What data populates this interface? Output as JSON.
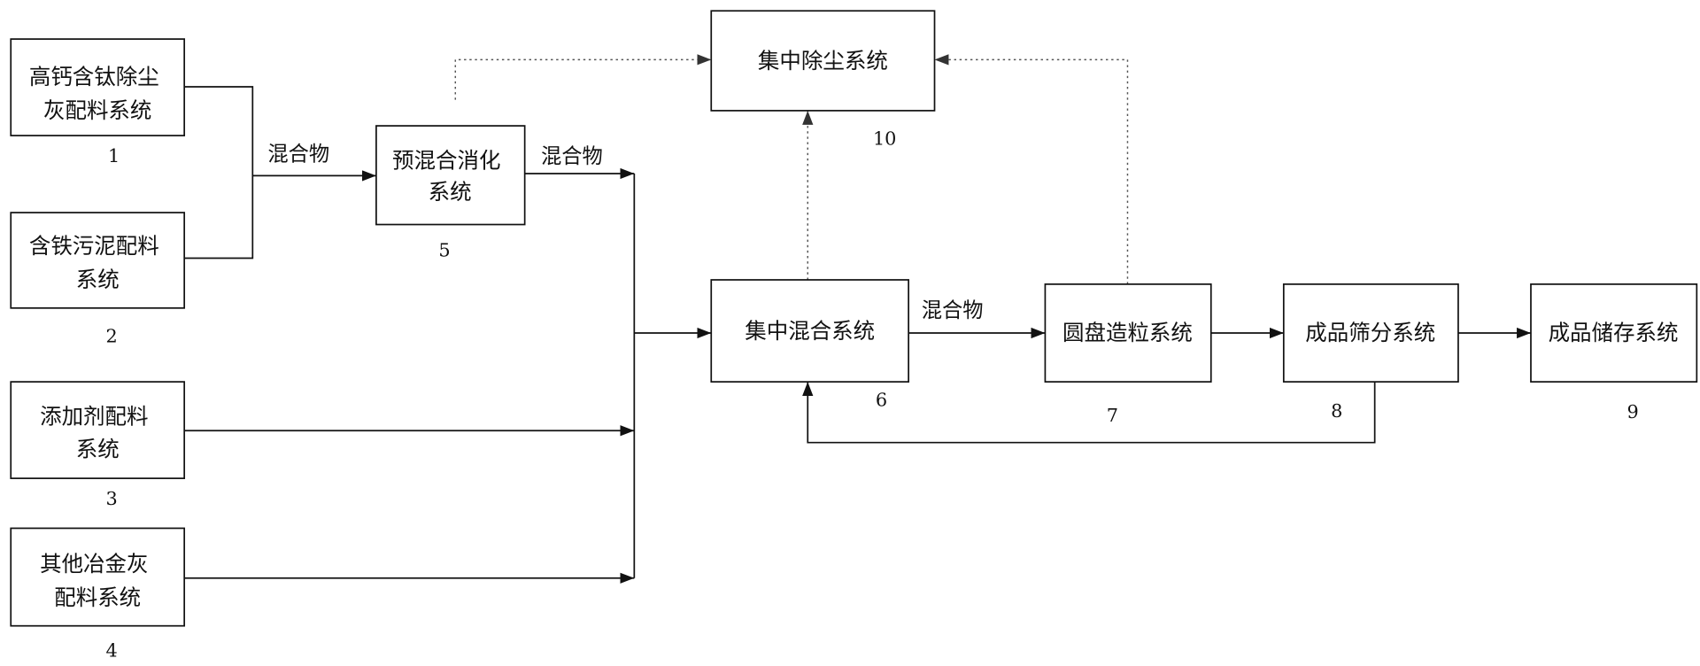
{
  "nodes": {
    "n1": {
      "lines": [
        "高钙含钛除尘",
        "灰配料系统"
      ],
      "number": "1"
    },
    "n2": {
      "lines": [
        "含铁污泥配料",
        "系统"
      ],
      "number": "2"
    },
    "n3": {
      "lines": [
        "添加剂配料",
        "系统"
      ],
      "number": "3"
    },
    "n4": {
      "lines": [
        "其他冶金灰",
        "配料系统"
      ],
      "number": "4"
    },
    "n5": {
      "lines": [
        "预混合消化",
        "系统"
      ],
      "number": "5"
    },
    "n6": {
      "lines": [
        "集中混合系统"
      ],
      "number": "6"
    },
    "n7": {
      "lines": [
        "圆盘造粒系统"
      ],
      "number": "7"
    },
    "n8": {
      "lines": [
        "成品筛分系统"
      ],
      "number": "8"
    },
    "n9": {
      "lines": [
        "成品储存系统"
      ],
      "number": "9"
    },
    "n10": {
      "lines": [
        "集中除尘系统"
      ],
      "number": "10"
    }
  },
  "edge_labels": {
    "to_premix": "混合物",
    "premix_out": "混合物",
    "mix_to_pelletizer": "混合物"
  }
}
